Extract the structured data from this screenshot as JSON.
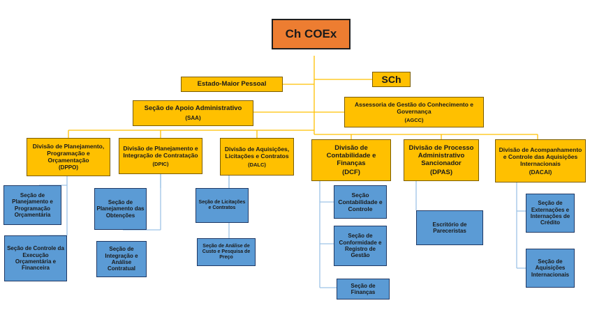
{
  "top": {
    "title": "Ch COEx"
  },
  "estado_maior": "Estado-Maior Pessoal",
  "sch": "SCh",
  "saa": {
    "title": "Seção de Apoio Administrativo",
    "abbr": "(SAA)"
  },
  "agcc": {
    "title": "Assessoria de Gestão do Conhecimento e Governança",
    "abbr": "(AGCC)"
  },
  "divisions": [
    {
      "title": "Divisão de Planejamento, Programação e Orçamentação",
      "abbr": "(DPPO)"
    },
    {
      "title": "Divisão de Planejamento e Integração de Contratação",
      "abbr": "(DPIC)"
    },
    {
      "title": "Divisão de Aquisições, Licitações e Contratos",
      "abbr": "(DALC)"
    },
    {
      "title": "Divisão de Contabilidade e Finanças",
      "abbr": "(DCF)"
    },
    {
      "title": "Divisão de Processo Administrativo Sancionador",
      "abbr": "(DPAS)"
    },
    {
      "title": "Divisão de Acompanhamento e Controle das Aquisições Internacionais",
      "abbr": "(DACAI)"
    }
  ],
  "sections": {
    "dppo": [
      "Seção de Planejamento e Programação Orçamentária",
      "Seção de Controle da Execução Orçamentária e Financeira"
    ],
    "dpic": [
      "Seção de Planejamento das Obtenções",
      "Seção de Integração e Análise Contratual"
    ],
    "dalc": [
      "Seção de Licitações e Contratos",
      "Seção de Análise de Custo e Pesquisa de Preço"
    ],
    "dcf": [
      "Seção Contabilidade e Controle",
      "Seção de Conformidade e Registro de Gestão",
      "Seção de Finanças"
    ],
    "dpas": [
      "Escritório de Pareceristas"
    ],
    "dacai": [
      "Seção de Externações e Internações de Crédito",
      "Seção de Aquisições Internacionais"
    ]
  },
  "colors": {
    "top": "#ed7d31",
    "staff": "#ffc000",
    "section": "#5b9bd5",
    "connector": "#ffc000",
    "section_connector": "#9dc3e6"
  }
}
